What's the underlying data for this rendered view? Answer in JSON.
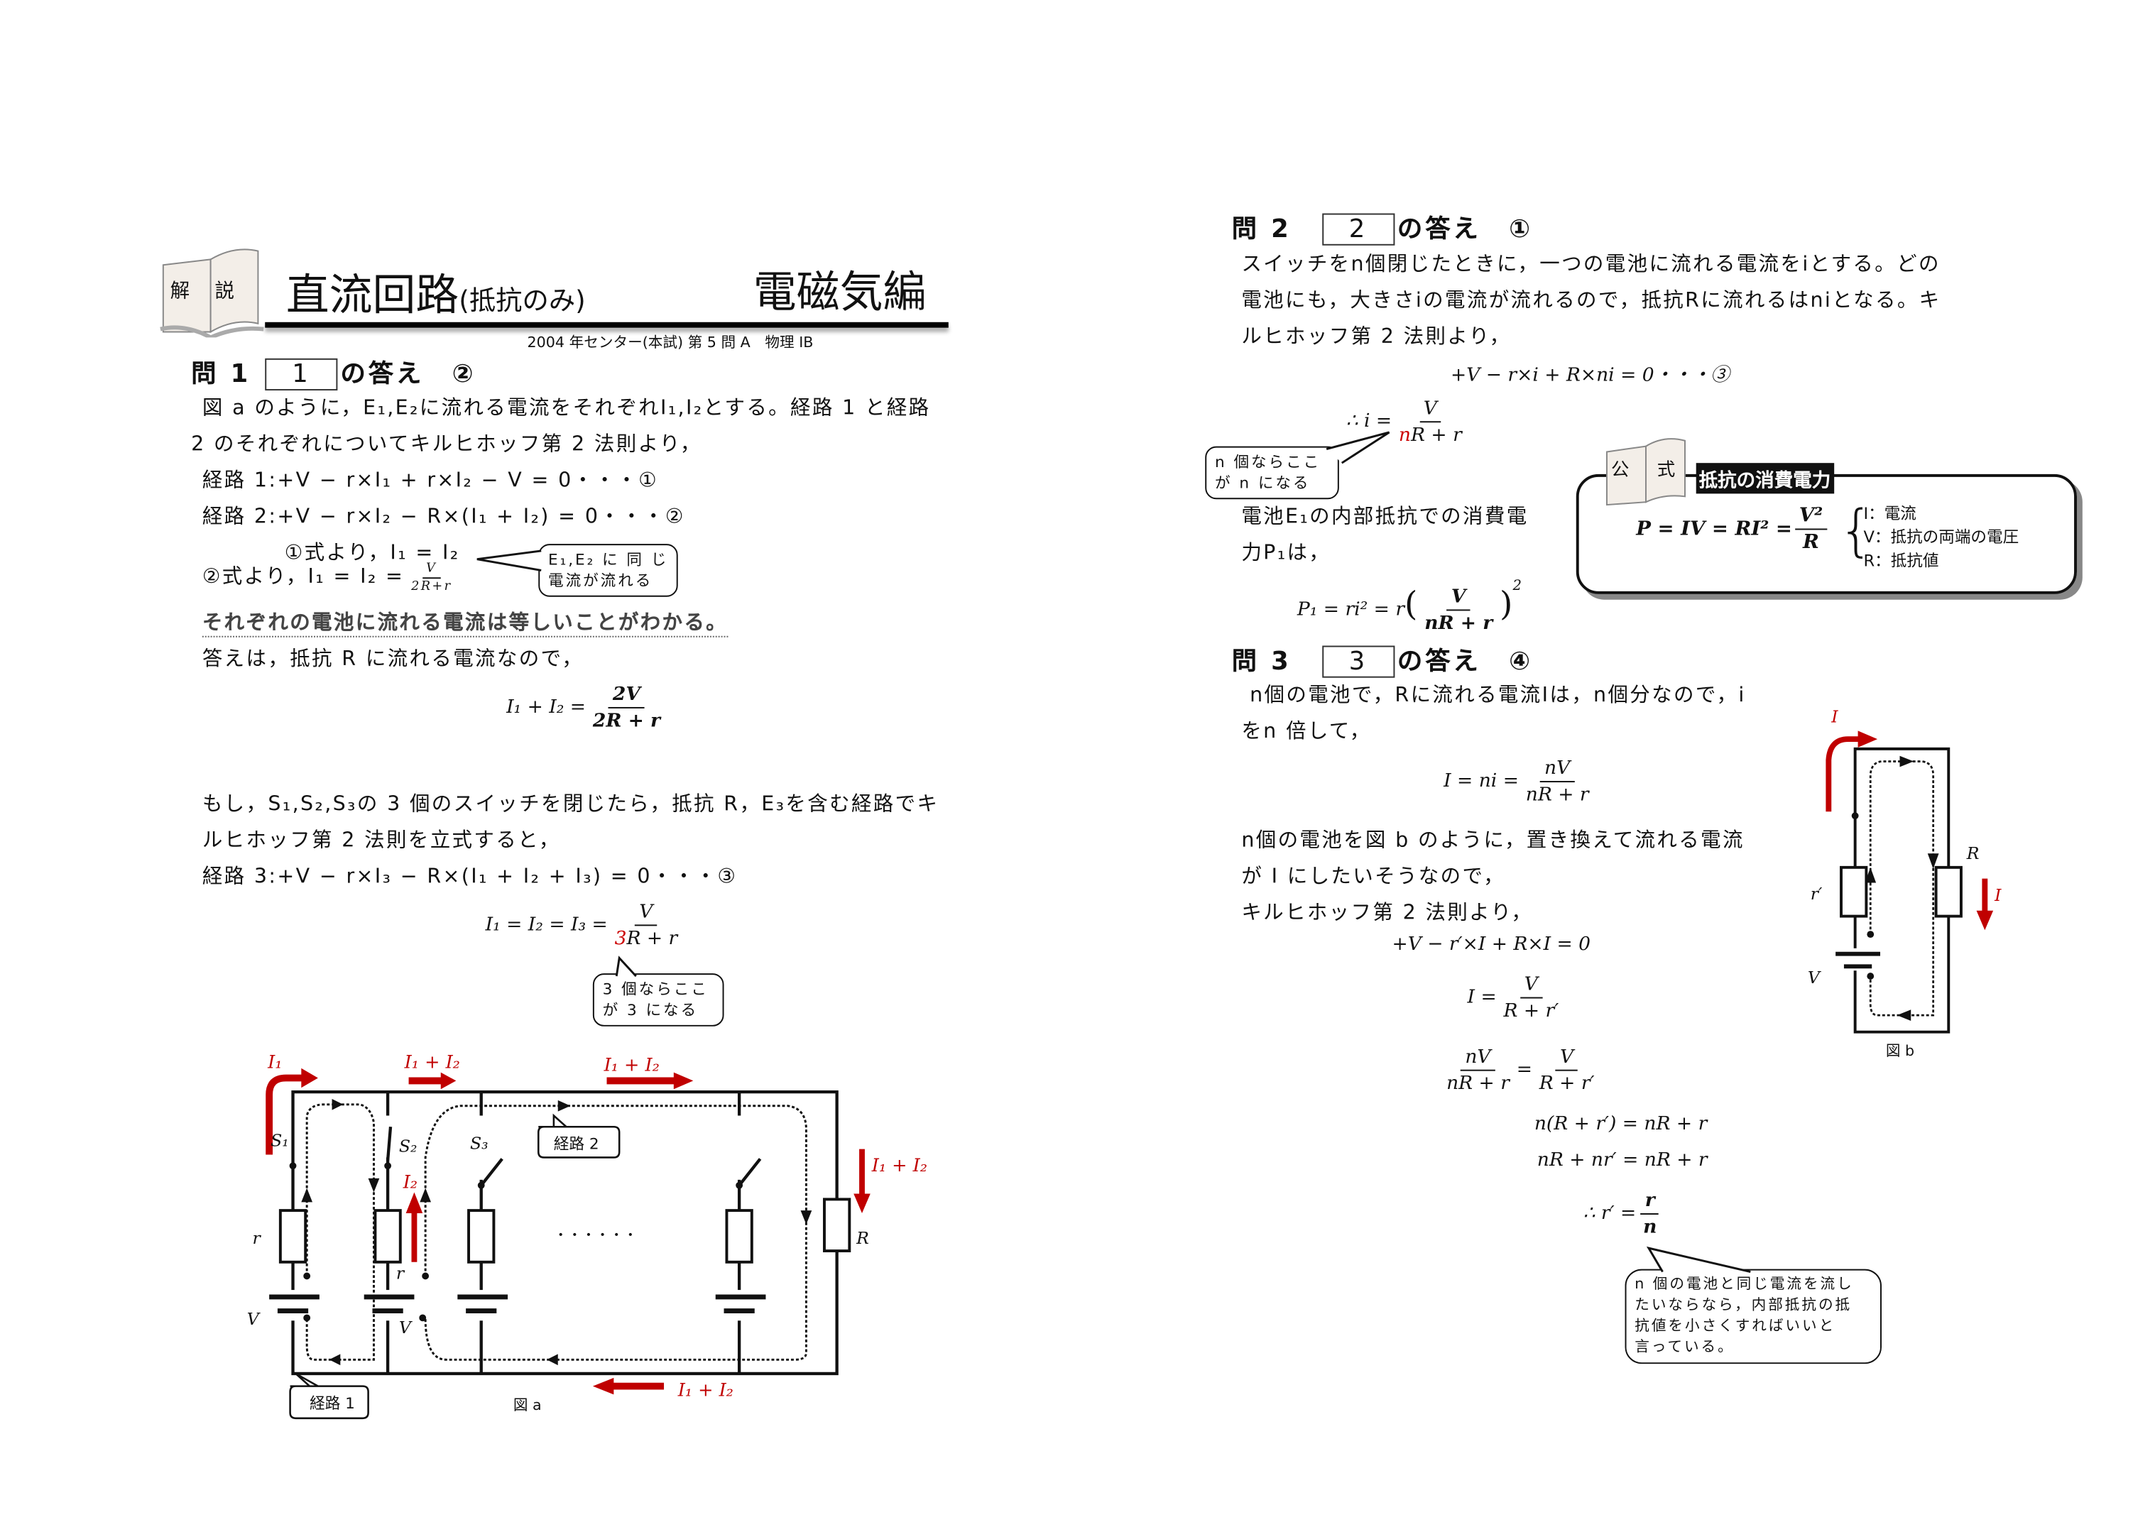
{
  "header": {
    "badge": [
      "解",
      "説"
    ],
    "title": "直流回路",
    "title_sub": "(抵抗のみ)",
    "category": "電磁気編",
    "source": "2004 年センター(本試) 第 5 問 A　物理 IB"
  },
  "q1": {
    "label": "問 1",
    "box": "1",
    "answer_label": "の答え",
    "answer": "②",
    "lines": [
      "図 a のように，E₁,E₂に流れる電流をそれぞれI₁,I₂とする。経路 1 と経路",
      "2 のそれぞれについてキルヒホッフ第 2 法則より，"
    ],
    "eq1": "経路 1:+V − r×I₁ + r×I₂ − V = 0・・・①",
    "eq2": "経路 2:+V − r×I₂ − R×(I₁ + I₂) = 0・・・②",
    "from1": "①式より，I₁ = I₂",
    "from2": "②式より，I₁ = I₂ =",
    "from2_num": "V",
    "from2_den": "2R+r",
    "bubble": [
      "E₁,E₂ に 同 じ",
      "電流が流れる"
    ],
    "conclusion": "それぞれの電池に流れる電流は等しいことがわかる。",
    "answer_line": "答えは，抵抗 R に流れる電流なので，",
    "result_lhs": "I₁ + I₂ =",
    "result_num": "2V",
    "result_den": "2R + r",
    "lines2": [
      "もし，S₁,S₂,S₃の 3 個のスイッチを閉じたら，抵抗 R，E₃を含む経路でキ",
      "ルヒホッフ第 2 法則を立式すると，"
    ],
    "eq3": "経路 3:+V − r×I₃ − R×(I₁ + I₂ + I₃) = 0・・・③",
    "eq4_lhs": "I₁ = I₂ = I₃ =",
    "eq4_num": "V",
    "eq4_den_red": "3",
    "eq4_den": "R + r",
    "bubble2": [
      "3 個ならここ",
      "が 3 になる"
    ]
  },
  "fig_a": {
    "caption": "図 a",
    "labels": {
      "i1": "I₁",
      "i12_a": "I₁ + I₂",
      "i12_b": "I₁ + I₂",
      "i12_right": "I₁ + I₂",
      "i12_bottom": "I₁ + I₂",
      "i2": "I₂",
      "s1": "S₁",
      "s2": "S₂",
      "s3": "S₃",
      "r1": "r",
      "r2": "r",
      "v1": "V",
      "v2": "V",
      "R": "R",
      "dots": "・・・・・・"
    },
    "route1": "経路 1",
    "route2": "経路 2",
    "accent": "#c00000"
  },
  "q2": {
    "label": "問 2",
    "box": "2",
    "answer_label": "の答え",
    "answer": "①",
    "lines": [
      "スイッチをn個閉じたときに，一つの電池に流れる電流をiとする。どの",
      "電池にも，大きさiの電流が流れるので，抵抗Rに流れるはniとなる。キ",
      "ルヒホッフ第 2 法則より，"
    ],
    "eq": "+V − r×i + R×ni = 0・・・③",
    "i_lhs": "∴ i =",
    "i_num": "V",
    "i_den_red": "n",
    "i_den": "R + r",
    "bubble": [
      "n 個ならここ",
      "が n になる"
    ],
    "lines2": [
      "電池E₁の内部抵抗での消費電",
      "力P₁は，"
    ],
    "p_lhs": "P₁ = ri² = r",
    "p_num": "V",
    "p_den": "nR + r",
    "p_exp": "2"
  },
  "formula": {
    "badge": [
      "公",
      "式"
    ],
    "title": "抵抗の消費電力",
    "lhs": "P = IV = RI² =",
    "num": "V²",
    "den": "R",
    "legend": [
      "I：電流",
      "V：抵抗の両端の電圧",
      "R：抵抗値"
    ]
  },
  "q3": {
    "label": "問 3",
    "box": "3",
    "answer_label": "の答え",
    "answer": "④",
    "lines": [
      "n個の電池で，Rに流れる電流Iは，n個分なので，i",
      "をn 倍して，"
    ],
    "e1_lhs": "I = ni =",
    "e1_num": "nV",
    "e1_den": "nR + r",
    "lines2": [
      "n個の電池を図 b のように，置き換えて流れる電流",
      "が I にしたいそうなので，",
      "キルヒホッフ第 2 法則より，"
    ],
    "e2": "+V − r′×I + R×I = 0",
    "e3_lhs": "I =",
    "e3_num": "V",
    "e3_den": "R + r′",
    "e4_num1": "nV",
    "e4_den1": "nR + r",
    "e4_eq": "=",
    "e4_num2": "V",
    "e4_den2": "R + r′",
    "e5": "n(R + r′) = nR + r",
    "e6": "nR + nr′ = nR + r",
    "e7_lhs": "∴ r′ =",
    "e7_num": "r",
    "e7_den": "n",
    "bubble": [
      "n 個の電池と同じ電流を流し",
      "たいならなら，内部抵抗の抵",
      "抗値を小さくすればいいと",
      "言っている。"
    ]
  },
  "fig_b": {
    "caption": "図 b",
    "labels": {
      "i_top": "I",
      "i_right": "I",
      "r": "r′",
      "v": "V",
      "R": "R"
    }
  }
}
